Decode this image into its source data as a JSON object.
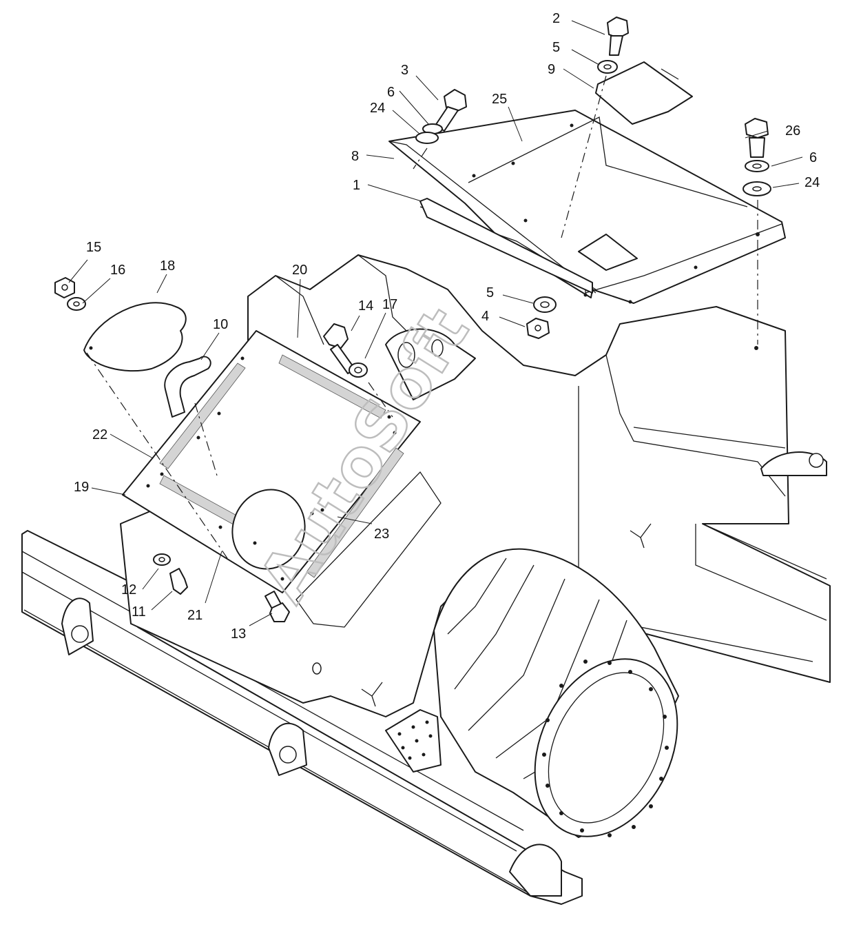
{
  "callouts": [
    {
      "id": "c1",
      "label": "1"
    },
    {
      "id": "c2",
      "label": "2"
    },
    {
      "id": "c3",
      "label": "3"
    },
    {
      "id": "c4",
      "label": "4"
    },
    {
      "id": "c5a",
      "label": "5"
    },
    {
      "id": "c5b",
      "label": "5"
    },
    {
      "id": "c6a",
      "label": "6"
    },
    {
      "id": "c6b",
      "label": "6"
    },
    {
      "id": "c8",
      "label": "8"
    },
    {
      "id": "c9",
      "label": "9"
    },
    {
      "id": "c10",
      "label": "10"
    },
    {
      "id": "c11",
      "label": "11"
    },
    {
      "id": "c12",
      "label": "12"
    },
    {
      "id": "c13",
      "label": "13"
    },
    {
      "id": "c14",
      "label": "14"
    },
    {
      "id": "c15",
      "label": "15"
    },
    {
      "id": "c16",
      "label": "16"
    },
    {
      "id": "c17",
      "label": "17"
    },
    {
      "id": "c18",
      "label": "18"
    },
    {
      "id": "c19",
      "label": "19"
    },
    {
      "id": "c20",
      "label": "20"
    },
    {
      "id": "c21",
      "label": "21"
    },
    {
      "id": "c22",
      "label": "22"
    },
    {
      "id": "c23",
      "label": "23"
    },
    {
      "id": "c24a",
      "label": "24"
    },
    {
      "id": "c24b",
      "label": "24"
    },
    {
      "id": "c25",
      "label": "25"
    },
    {
      "id": "c26",
      "label": "26"
    }
  ],
  "watermark": {
    "text": "AutoSoft"
  }
}
